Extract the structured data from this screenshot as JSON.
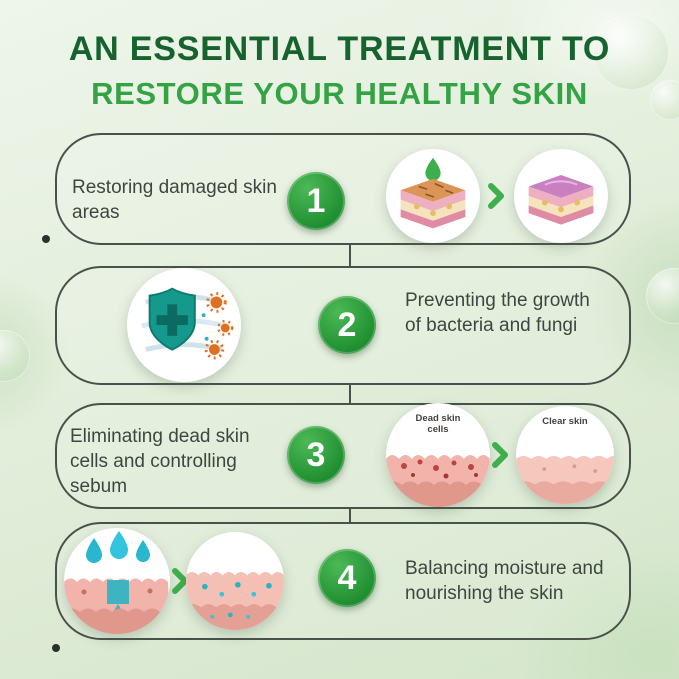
{
  "header": {
    "title_line1": "AN ESSENTIAL TREATMENT TO",
    "title_line2": "RESTORE YOUR HEALTHY SKIN"
  },
  "steps": [
    {
      "number": "1",
      "text": "Restoring damaged skin areas",
      "illustration_before": "damaged-skin-layers-with-serum-drop",
      "illustration_after": "restored-skin-layers"
    },
    {
      "number": "2",
      "text": "Preventing the growth of bacteria and fungi",
      "illustration": "shield-blocking-bacteria"
    },
    {
      "number": "3",
      "text": "Eliminating dead skin cells and controlling sebum",
      "before_label": "Dead skin cells",
      "after_label": "Clear skin",
      "illustration_before": "dead-skin-cells-cross-section",
      "illustration_after": "clear-skin-cross-section"
    },
    {
      "number": "4",
      "text": "Balancing moisture and nourishing the skin",
      "illustration_before": "moisture-drops-on-skin",
      "illustration_after": "nourished-hydrated-skin"
    }
  ],
  "colors": {
    "title_dark_green": "#17632e",
    "title_light_green": "#34a344",
    "step_badge_green": "#1d8c2e",
    "arrow_green": "#3fae4c",
    "outline": "#49524a",
    "body_text": "#3d473f",
    "background_green": "#dcead4"
  }
}
